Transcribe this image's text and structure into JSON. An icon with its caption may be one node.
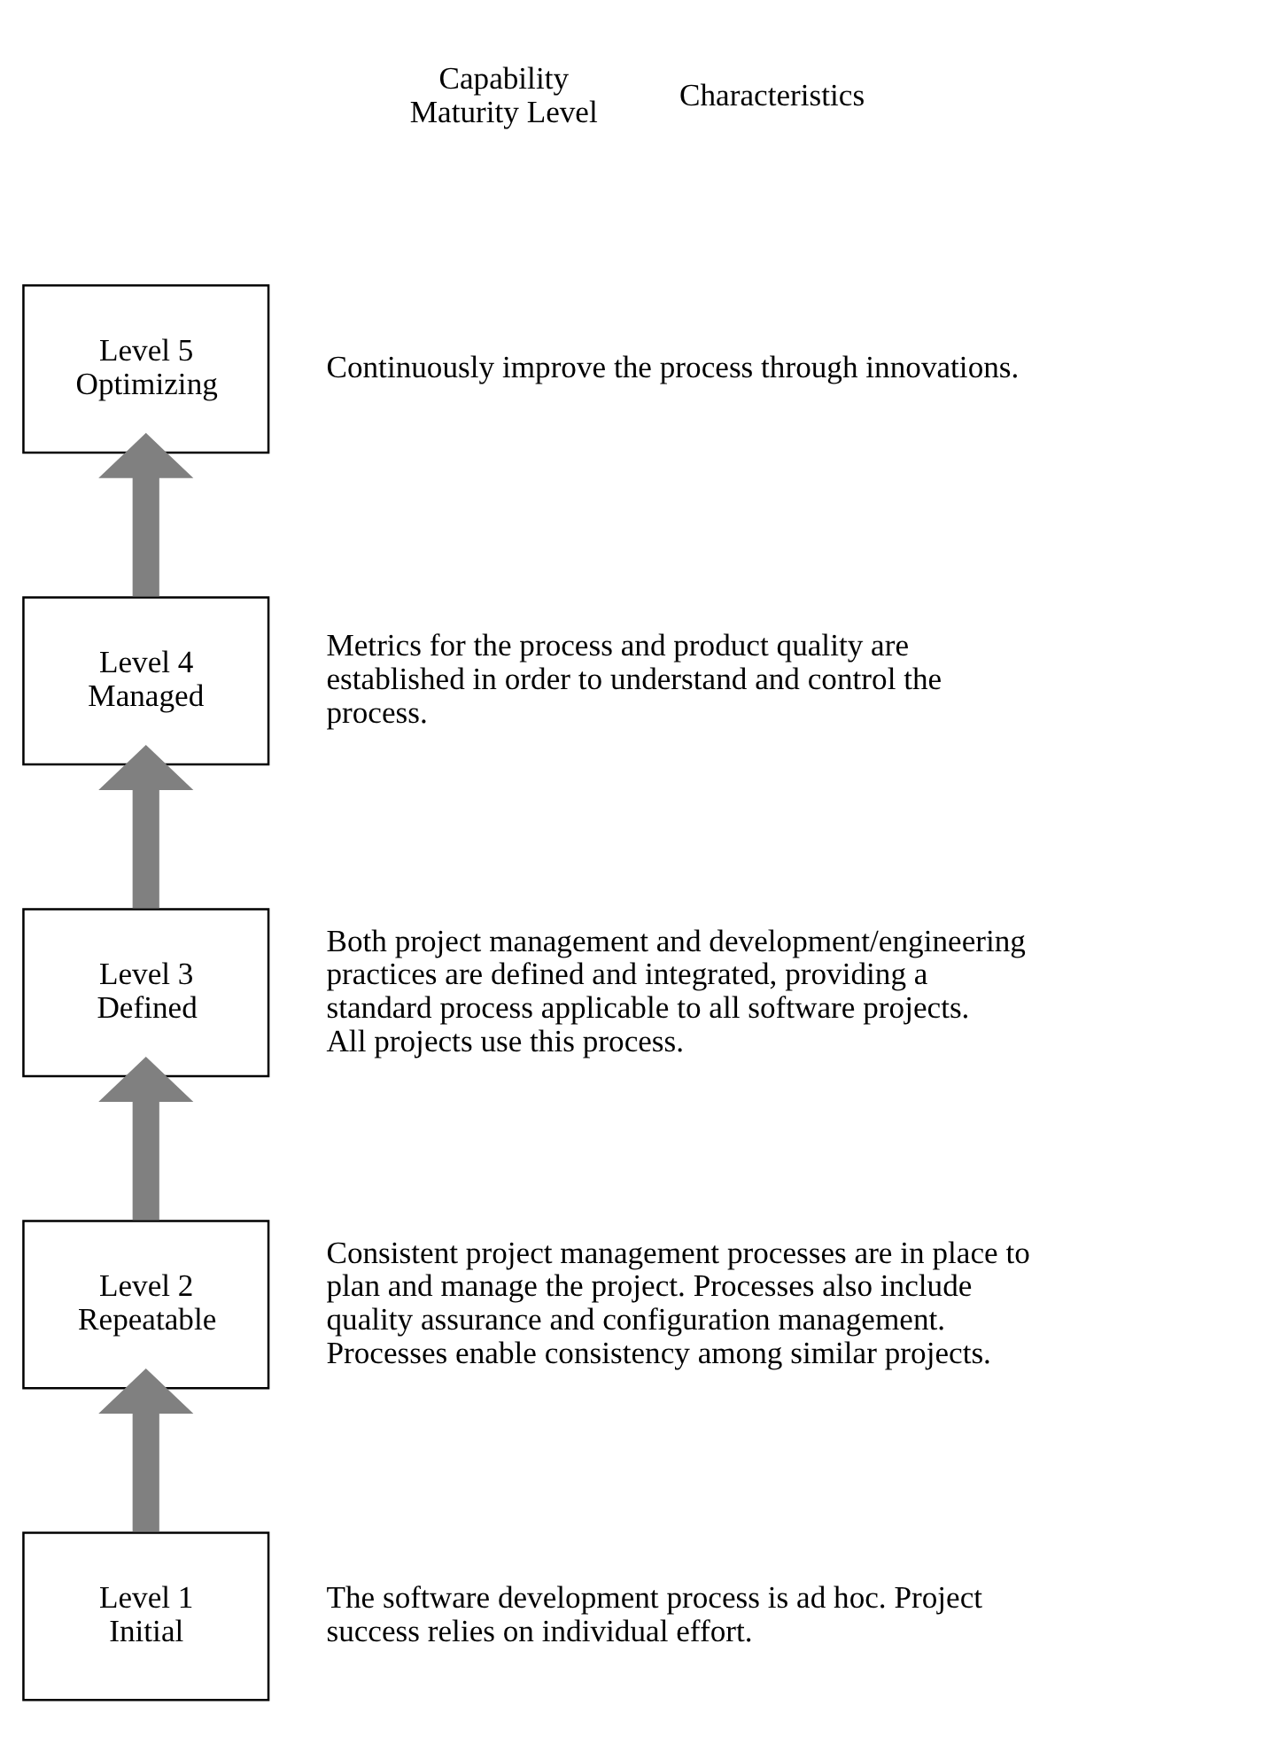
{
  "diagram": {
    "nodes": [
      {
        "text": [
          "Level 5 Optimizing"
        ],
        "beside": [
          "Continuously improve the process through innovations."
        ]
      },
      {
        "text": [
          "Level 4 Managed"
        ],
        "beside": [
          "Metrics for the process and product quality are established in order to understand and control the process."
        ]
      },
      {
        "text": [
          "Level 3 Defined"
        ],
        "beside": [
          "Both project management and development/engineering practices are defined and integrated, providing a standard process applicable to all software projects. All projects use this process."
        ]
      },
      {
        "text": [
          "Level 2 Repeatable"
        ],
        "beside": [
          "Consistent project management processes are in place to plan and manage the project. Processes also include quality assurance and configuration management. Processes enable consistency among similar projects."
        ]
      },
      {
        "text": [
          "Level 1 Initial"
        ],
        "beside": [
          "The software development process is ad hoc. Project success relies on individual effort."
        ]
      }
    ],
    "edges": [
      {
        "from": 4,
        "to": 3,
        "arrow": "to"
      },
      {
        "from": 3,
        "to": 2,
        "arrow": "to"
      },
      {
        "from": 2,
        "to": 1,
        "arrow": "to"
      },
      {
        "from": 1,
        "to": 0,
        "arrow": "to"
      }
    ],
    "labels": [
      "Capability Maturity Level",
      "Characteristics"
    ]
  }
}
